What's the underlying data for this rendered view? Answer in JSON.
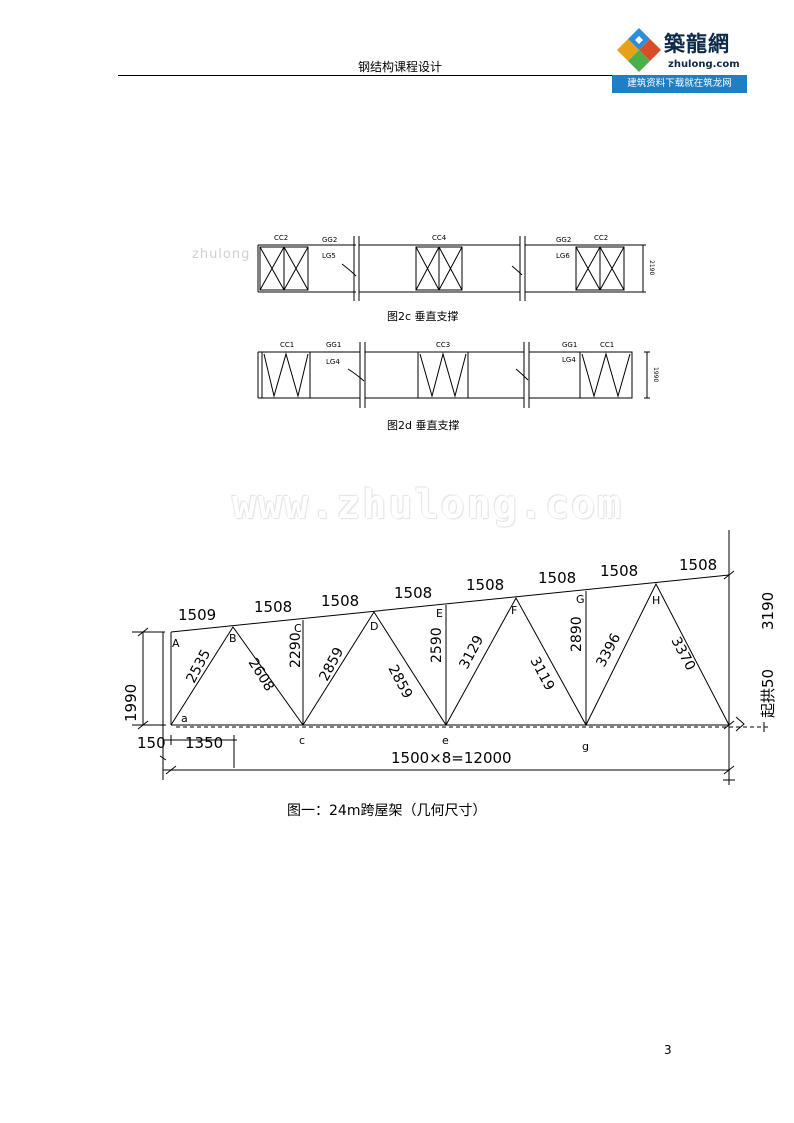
{
  "header": {
    "title": "钢结构课程设计"
  },
  "logo": {
    "name_cn": "築龍網",
    "domain": "zhulong.com",
    "slogan": "建筑资料下载就在筑龙网"
  },
  "watermarks": {
    "main": "www.zhulong.com",
    "small": "zhulong"
  },
  "fig2c": {
    "caption": "图2c    垂直支撑",
    "labels": {
      "cc2_left": "CC2",
      "gg2_left": "GG2",
      "lg5": "LG5",
      "cc4": "CC4",
      "gg2_right": "GG2",
      "lg6": "LG6",
      "cc2_right": "CC2",
      "height": "2190"
    }
  },
  "fig2d": {
    "caption": "图2d    垂直支撑",
    "labels": {
      "cc1_left": "CC1",
      "gg1_left": "GG1",
      "lg4_left": "LG4",
      "cc3": "CC3",
      "gg1_right": "GG1",
      "lg4_right": "LG4",
      "cc1_right": "CC1",
      "height": "1990"
    }
  },
  "truss": {
    "caption": "图一：24m跨屋架（几何尺寸）",
    "top_panels": [
      "1509",
      "1508",
      "1508",
      "1508",
      "1508",
      "1508",
      "1508",
      "1508"
    ],
    "nodes_top": [
      "A",
      "B",
      "C",
      "D",
      "E",
      "F",
      "G",
      "H"
    ],
    "nodes_bottom": [
      "a",
      "c",
      "e",
      "g"
    ],
    "members": {
      "aB": "2535",
      "Bc": "2608",
      "cC": "2290",
      "cD": "2859",
      "De": "2859",
      "eE": "2590",
      "eF": "3129",
      "Fg": "3119",
      "gG": "2890",
      "gH": "3396",
      "Hi": "3370"
    },
    "dims": {
      "left_height": "1990",
      "right_height": "3190",
      "camber": "起拱50",
      "offset": "150",
      "first_panel": "1350",
      "span": "1500×8=12000"
    }
  },
  "page": {
    "number": "3"
  }
}
